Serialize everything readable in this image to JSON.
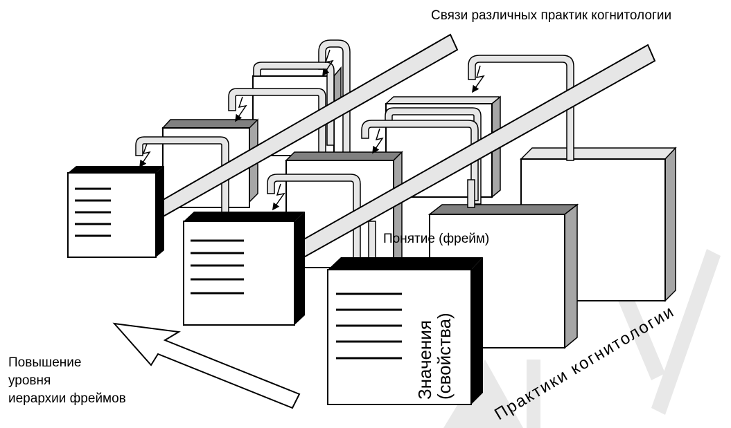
{
  "labels": {
    "links_title": "Связи различных практик когнитологии",
    "concept_frame": "Понятие (фрейм)",
    "values_line1": "Значения",
    "values_line2": "(свойства)",
    "hierarchy_line1": "Повышение",
    "hierarchy_line2": "уровня",
    "hierarchy_line3": "иерархии фреймов",
    "practices": "Практики когнитологии"
  },
  "watermark": {
    "letters": "НТУ",
    "color": "#e6e6e6"
  },
  "colors": {
    "stroke": "#000000",
    "bar_fill": "#e6e6e6",
    "side_gray": "#a6a6a6",
    "frame_fill": "#ffffff"
  }
}
